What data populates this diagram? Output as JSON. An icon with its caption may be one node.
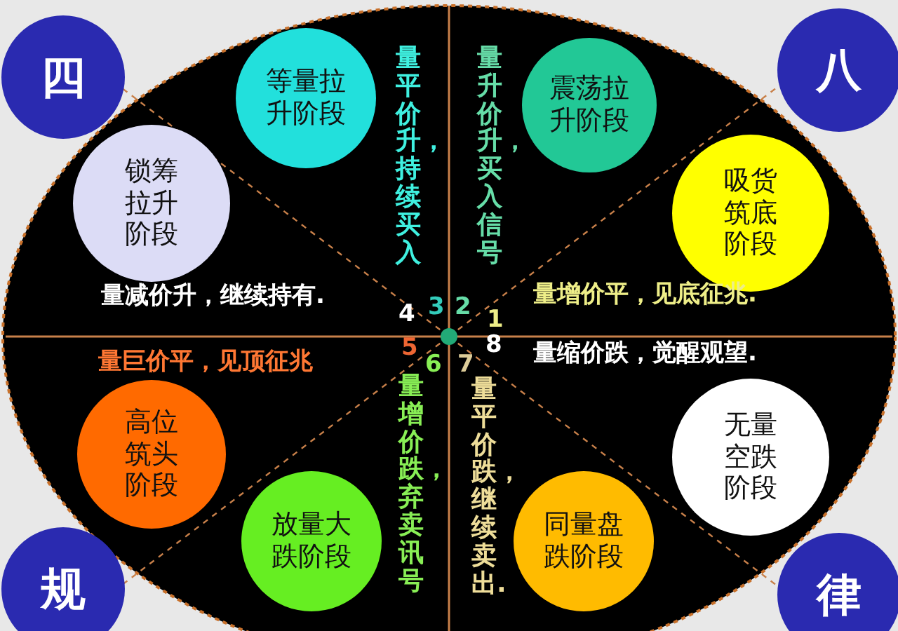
{
  "diagram": {
    "nodes": [
      {
        "text": [
          "四"
        ]
      },
      {
        "text": [
          "八"
        ]
      },
      {
        "text": [
          "等量拉升阶段"
        ]
      },
      {
        "text": [
          "震荡拉升阶段"
        ]
      },
      {
        "text": [
          "锁筹拉升阶段"
        ]
      },
      {
        "text": [
          "吸货筑底阶段"
        ]
      },
      {
        "text": [
          "高位筑头阶段"
        ]
      },
      {
        "text": [
          "无量空跌阶段"
        ]
      },
      {
        "text": [
          "规"
        ]
      },
      {
        "text": [
          "放量大跌阶段"
        ]
      },
      {
        "text": [
          "同量盘跌阶段"
        ]
      },
      {
        "text": [
          "律"
        ]
      }
    ],
    "labels": [
      "量平价升，持续买入",
      "量升价升，买入信号",
      "量减价升，继续持有.",
      "量增价平，见底征兆.",
      "4",
      "3",
      "2",
      "1",
      "5",
      "8",
      "6",
      "7",
      "量巨价平，见顶征兆",
      "量缩价跌，觉醒观望.",
      "量增价跌，弃卖讯号",
      "量平价跌，继续卖出."
    ]
  }
}
